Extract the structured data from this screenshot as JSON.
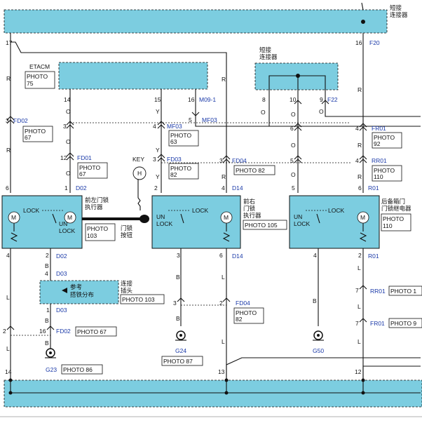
{
  "top_connector": {
    "label": "短接\n连接器",
    "left_pin": "17",
    "right_pin": "16",
    "right_id": "F20"
  },
  "etacm": {
    "name": "ETACM",
    "photo": "PHOTO\n75",
    "pins": [
      "14",
      "15",
      "16"
    ],
    "m_id": "M09-1",
    "mf_pin": "5",
    "mf_id": "MF03"
  },
  "short_connector": {
    "label": "短接\n连接器",
    "pins": [
      "8",
      "10",
      "9"
    ],
    "id": "F22"
  },
  "left_wire": {
    "color_r": "R",
    "pin3": "3",
    "fd02": "FD02",
    "photo67": "PHOTO\n67",
    "pin12": "12",
    "fd01": "FD01",
    "photo_fd01": "PHOTO\n67",
    "pin6": "6",
    "pin1": "1",
    "d02": "D02"
  },
  "actuator_fl": {
    "name": "前左门锁\n执行器",
    "lock": "LOCK",
    "unlock": "UN\nLOCK",
    "photo": "PHOTO\n103",
    "key": "KEY",
    "key_sym": "H",
    "knob": "门锁\n按钮",
    "pin4": "4",
    "pin2": "2",
    "d02": "D02",
    "b": "B",
    "pin4b": "4",
    "d03": "D03"
  },
  "ref_box": {
    "text": "参考\n搭铁分布",
    "label": "连接\n插头",
    "photo": "PHOTO 103",
    "pin1": "1",
    "d03": "D03"
  },
  "ground_left": {
    "pin2": "2",
    "pin16": "16",
    "fd02": "FD02",
    "photo": "PHOTO 67",
    "g": "G23",
    "g_photo": "PHOTO 86",
    "pin14": "14"
  },
  "actuator_fr": {
    "name": "前右\n门锁\n执行器",
    "lock": "LOCK",
    "unlock": "UN\nLOCK",
    "photo": "PHOTO 105",
    "mf03": "MF03",
    "photo63": "PHOTO\n63",
    "fd03": "FD03",
    "photo82": "PHOTO\n82",
    "fd04": "FD04",
    "photo_fd04": "PHOTO 82",
    "d14": "D14",
    "pin3": "3",
    "pin6": "6"
  },
  "ground_mid": {
    "fd04": "FD04",
    "photo": "PHOTO\n82",
    "g": "G24",
    "g_photo": "PHOTO 87",
    "pin13": "13"
  },
  "actuator_rear": {
    "name": "后备箱门\n门锁继电器",
    "lock": "LOCK",
    "unlock": "UN\nLOCK",
    "photo": "PHOTO\n110",
    "fr01": "FR01",
    "photo92": "PHOTO\n92",
    "rr01": "RR01",
    "photo110": "PHOTO\n110",
    "r01": "R01",
    "pin2": "2",
    "pin6": "6",
    "pin5": "5",
    "pin4": "4"
  },
  "right_col": {
    "rr01": "RR01",
    "photo_rr01": "PHOTO 1",
    "fr01": "FR01",
    "photo_fr01": "PHOTO 9",
    "pin7a": "7",
    "pin7b": "7",
    "pin12": "12"
  },
  "wire_colors": {
    "r": "R",
    "o": "O",
    "y": "Y",
    "b": "B",
    "l": "L"
  },
  "colors": {
    "component_fill": "#7ccde0",
    "connector_blue": "#1a39a8"
  }
}
